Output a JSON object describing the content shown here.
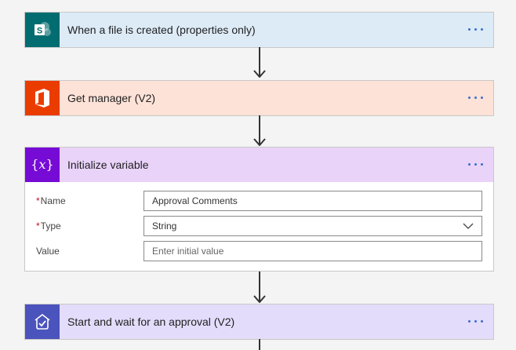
{
  "steps": [
    {
      "title": "When a file is created (properties only)",
      "icon": "sharepoint-icon",
      "header_color": "#ddebf7",
      "icon_color": "#036c70"
    },
    {
      "title": "Get manager (V2)",
      "icon": "office-icon",
      "header_color": "#fde2d8",
      "icon_color": "#eb3c00"
    },
    {
      "title": "Initialize variable",
      "icon": "variable-icon",
      "header_color": "#ead3f9",
      "icon_color": "#770bd6"
    },
    {
      "title": "Start and wait for an approval (V2)",
      "icon": "approvals-icon",
      "header_color": "#e4dcfb",
      "icon_color": "#4b53bc"
    }
  ],
  "variable_form": {
    "name_label": "Name",
    "name_value": "Approval Comments",
    "type_label": "Type",
    "type_value": "String",
    "value_label": "Value",
    "value_placeholder": "Enter initial value",
    "required_marker": "*"
  }
}
